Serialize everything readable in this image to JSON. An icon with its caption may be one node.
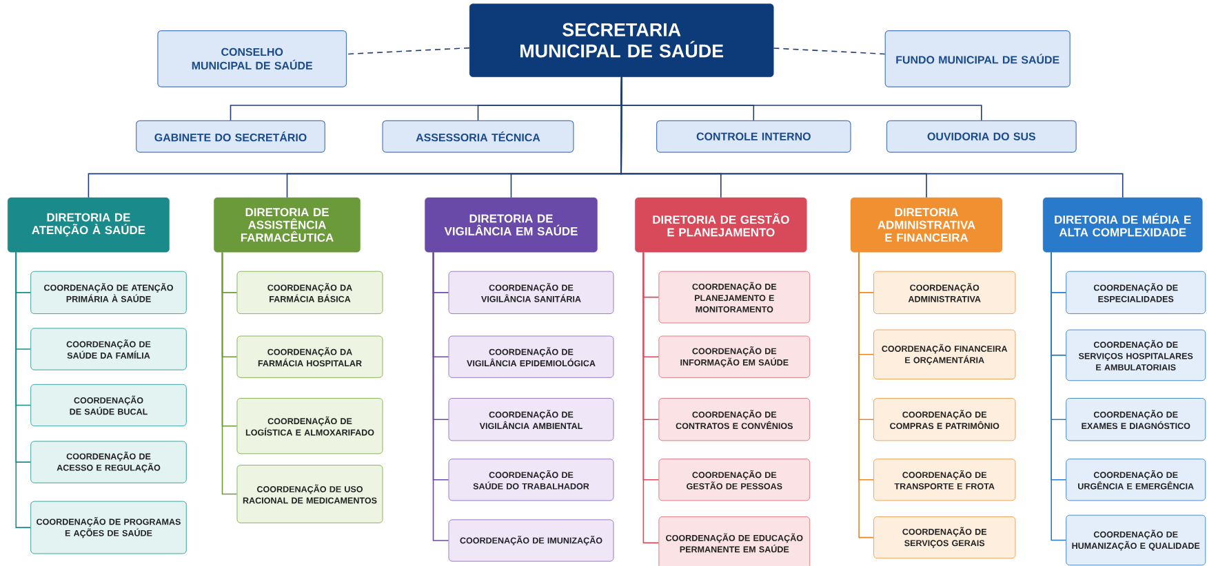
{
  "diagram": {
    "nodes": [
      {
        "text": [
          "SECRETARIA MUNICIPAL DE SAÚDE"
        ]
      },
      {
        "text": [
          "CONSELHO MUNICIPAL DE SAÚDE"
        ]
      },
      {
        "text": [
          "FUNDO MUNICIPAL DE SAÚDE"
        ]
      },
      {
        "text": [
          "GABINETE DO SECRETÁRIO"
        ]
      },
      {
        "text": [
          "ASSESSORIA TÉCNICA"
        ]
      },
      {
        "text": [
          "CONTROLE INTERNO"
        ]
      },
      {
        "text": [
          "OUVIDORIA DO SUS"
        ]
      },
      {
        "text": [
          "DIRETORIA DE ATENÇÃO À SAÚDE"
        ]
      },
      {
        "text": [
          "DIRETORIA DE ASSISTÊNCIA FARMACÊUTICA"
        ]
      },
      {
        "text": [
          "DIRETORIA DE VIGILÂNCIA EM SAÚDE"
        ]
      },
      {
        "text": [
          "DIRETORIA DE GESTÃO E PLANEJAMENTO"
        ]
      },
      {
        "text": [
          "DIRETORIA ADMINISTRATIVA E FINANCEIRA"
        ]
      },
      {
        "text": [
          "DIRETORIA DE MÉDIA E ALTA COMPLEXIDADE"
        ]
      },
      {
        "text": [
          "COORDENAÇÃO DE ATENÇÃO PRIMÁRIA À SAÚDE"
        ]
      },
      {
        "text": [
          "COORDENAÇÃO DE SAÚDE DA FAMÍLIA"
        ]
      },
      {
        "text": [
          "COORDENAÇÃO DE SAÚDE BUCAL"
        ]
      },
      {
        "text": [
          "COORDENAÇÃO DE ACESSO E REGULAÇÃO"
        ]
      },
      {
        "text": [
          "COORDENAÇÃO DE PROGRAMAS E AÇÕES DE SAÚDE"
        ]
      },
      {
        "text": [
          "COORDENAÇÃO DA FARMÁCIA BÁSICA"
        ]
      },
      {
        "text": [
          "COORDENAÇÃO DA FARMÁCIA HOSPITALAR"
        ]
      },
      {
        "text": [
          "COORDENAÇÃO DE LOGÍSTICA E ALMOXARIFADO"
        ]
      },
      {
        "text": [
          "COORDENAÇÃO DE USO RACIONAL DE MEDICAMENTOS"
        ]
      },
      {
        "text": [
          "COORDENAÇÃO DE VIGILÂNCIA SANITÁRIA"
        ]
      },
      {
        "text": [
          "COORDENAÇÃO DE VIGILÂNCIA EPIDEMIOLÓGICA"
        ]
      },
      {
        "text": [
          "COORDENAÇÃO DE VIGILÂNCIA AMBIENTAL"
        ]
      },
      {
        "text": [
          "COORDENAÇÃO DE SAÚDE DO TRABALHADOR"
        ]
      },
      {
        "text": [
          "COORDENAÇÃO DE IMUNIZAÇÃO"
        ]
      },
      {
        "text": [
          "COORDENAÇÃO DE PLANEJAMENTO E MONITORAMENTO"
        ]
      },
      {
        "text": [
          "COORDENAÇÃO DE INFORMAÇÃO EM SAÚDE"
        ]
      },
      {
        "text": [
          "COORDENAÇÃO DE CONTRATOS E CONVÊNIOS"
        ]
      },
      {
        "text": [
          "COORDENAÇÃO DE GESTÃO DE PESSOAS"
        ]
      },
      {
        "text": [
          "COORDENAÇÃO DE EDUCAÇÃO PERMANENTE EM SAÚDE"
        ]
      },
      {
        "text": [
          "COORDENAÇÃO ADMINISTRATIVA"
        ]
      },
      {
        "text": [
          "COORDENAÇÃO FINANCEIRA E ORÇAMENTÁRIA"
        ]
      },
      {
        "text": [
          "COORDENAÇÃO DE COMPRAS E PATRIMÔNIO"
        ]
      },
      {
        "text": [
          "COORDENAÇÃO DE TRANSPORTE E FROTA"
        ]
      },
      {
        "text": [
          "COORDENAÇÃO DE SERVIÇOS GERAIS"
        ]
      },
      {
        "text": [
          "COORDENAÇÃO DE ESPECIALIDADES"
        ]
      },
      {
        "text": [
          "COORDENAÇÃO DE SERVIÇOS HOSPITALARES E AMBULATORIAIS"
        ]
      },
      {
        "text": [
          "COORDENAÇÃO DE EXAMES E DIAGNÓSTICO"
        ]
      },
      {
        "text": [
          "COORDENAÇÃO DE URGÊNCIA E EMERGÊNCIA"
        ]
      },
      {
        "text": [
          "COORDENAÇÃO DE HUMANIZAÇÃO E QUALIDADE"
        ]
      }
    ],
    "edges": [
      {
        "from": 0,
        "to": 1,
        "arrow": "none",
        "style": "dashed"
      },
      {
        "from": 0,
        "to": 2,
        "arrow": "none",
        "style": "dashed"
      },
      {
        "from": 0,
        "to": 3,
        "arrow": "none"
      },
      {
        "from": 0,
        "to": 4,
        "arrow": "none"
      },
      {
        "from": 0,
        "to": 5,
        "arrow": "none"
      },
      {
        "from": 0,
        "to": 6,
        "arrow": "none"
      },
      {
        "from": 0,
        "to": 7,
        "arrow": "none"
      },
      {
        "from": 0,
        "to": 8,
        "arrow": "none"
      },
      {
        "from": 0,
        "to": 9,
        "arrow": "none"
      },
      {
        "from": 0,
        "to": 10,
        "arrow": "none"
      },
      {
        "from": 0,
        "to": 11,
        "arrow": "none"
      },
      {
        "from": 0,
        "to": 12,
        "arrow": "none"
      },
      {
        "from": 7,
        "to": 13,
        "arrow": "none",
        "color": "#1a8a8a"
      },
      {
        "from": 7,
        "to": 14,
        "arrow": "none",
        "color": "#1a8a8a"
      },
      {
        "from": 7,
        "to": 15,
        "arrow": "none",
        "color": "#1a8a8a"
      },
      {
        "from": 7,
        "to": 16,
        "arrow": "none",
        "color": "#1a8a8a"
      },
      {
        "from": 7,
        "to": 17,
        "arrow": "none",
        "color": "#1a8a8a"
      },
      {
        "from": 8,
        "to": 18,
        "arrow": "none",
        "color": "#6a9a3a"
      },
      {
        "from": 8,
        "to": 19,
        "arrow": "none",
        "color": "#6a9a3a"
      },
      {
        "from": 8,
        "to": 20,
        "arrow": "none",
        "color": "#6a9a3a"
      },
      {
        "from": 8,
        "to": 21,
        "arrow": "none",
        "color": "#6a9a3a"
      },
      {
        "from": 9,
        "to": 22,
        "arrow": "none",
        "color": "#6a4aa8"
      },
      {
        "from": 9,
        "to": 23,
        "arrow": "none",
        "color": "#6a4aa8"
      },
      {
        "from": 9,
        "to": 24,
        "arrow": "none",
        "color": "#6a4aa8"
      },
      {
        "from": 9,
        "to": 25,
        "arrow": "none",
        "color": "#6a4aa8"
      },
      {
        "from": 9,
        "to": 26,
        "arrow": "none",
        "color": "#6a4aa8"
      },
      {
        "from": 10,
        "to": 27,
        "arrow": "none",
        "color": "#d84a5a"
      },
      {
        "from": 10,
        "to": 28,
        "arrow": "none",
        "color": "#d84a5a"
      },
      {
        "from": 10,
        "to": 29,
        "arrow": "none",
        "color": "#d84a5a"
      },
      {
        "from": 10,
        "to": 30,
        "arrow": "none",
        "color": "#d84a5a"
      },
      {
        "from": 10,
        "to": 31,
        "arrow": "none",
        "color": "#d84a5a"
      },
      {
        "from": 11,
        "to": 32,
        "arrow": "none",
        "color": "#e8862a"
      },
      {
        "from": 11,
        "to": 33,
        "arrow": "none",
        "color": "#e8862a"
      },
      {
        "from": 11,
        "to": 34,
        "arrow": "none",
        "color": "#e8862a"
      },
      {
        "from": 11,
        "to": 35,
        "arrow": "none",
        "color": "#e8862a"
      },
      {
        "from": 11,
        "to": 36,
        "arrow": "none",
        "color": "#e8862a"
      },
      {
        "from": 12,
        "to": 37,
        "arrow": "none",
        "color": "#2a7acc"
      },
      {
        "from": 12,
        "to": 38,
        "arrow": "none",
        "color": "#2a7acc"
      },
      {
        "from": 12,
        "to": 39,
        "arrow": "none",
        "color": "#2a7acc"
      },
      {
        "from": 12,
        "to": 40,
        "arrow": "none",
        "color": "#2a7acc"
      },
      {
        "from": 12,
        "to": 41,
        "arrow": "none",
        "color": "#2a7acc"
      }
    ]
  }
}
